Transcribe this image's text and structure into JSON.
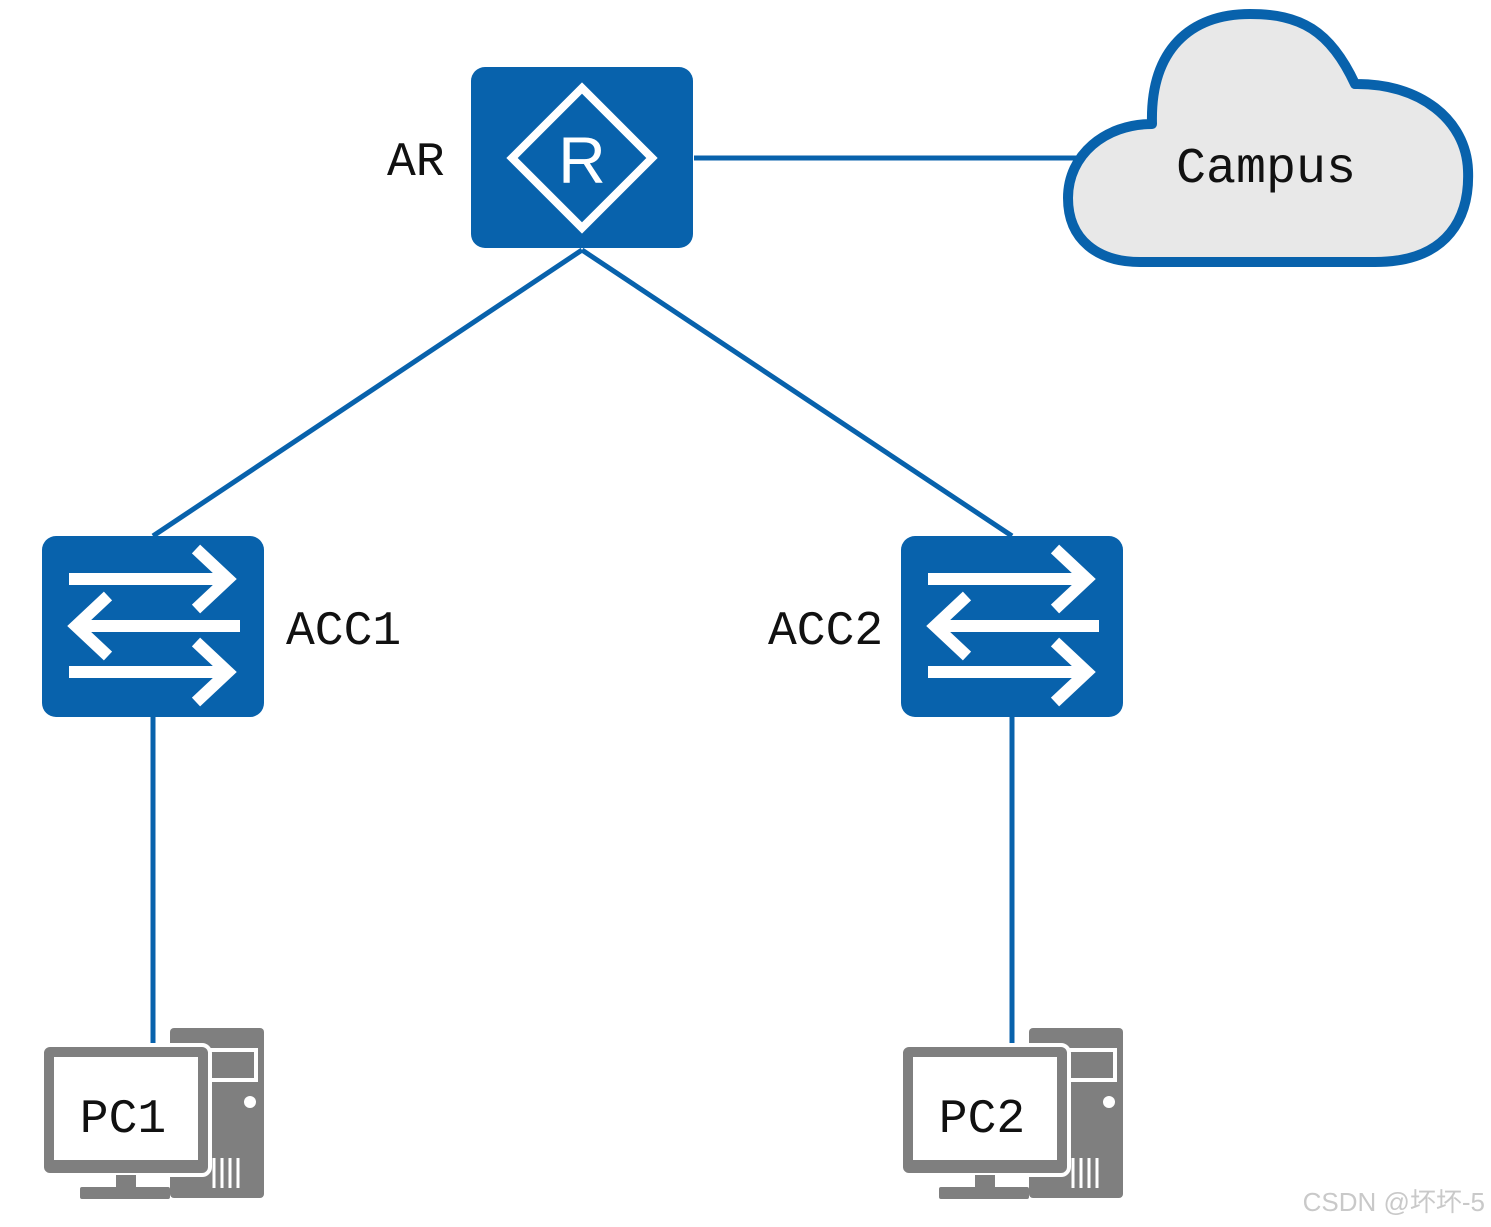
{
  "colors": {
    "device_blue": "#0862AC",
    "cloud_fill": "#E8E8E8",
    "pc_gray": "#7F7F7F",
    "link_blue": "#0862AC"
  },
  "nodes": {
    "ar": {
      "label": "AR",
      "icon": "router-icon"
    },
    "campus": {
      "label": "Campus",
      "icon": "cloud-icon"
    },
    "acc1": {
      "label": "ACC1",
      "icon": "switch-icon"
    },
    "acc2": {
      "label": "ACC2",
      "icon": "switch-icon"
    },
    "pc1": {
      "label": "PC1",
      "icon": "pc-icon"
    },
    "pc2": {
      "label": "PC2",
      "icon": "pc-icon"
    }
  },
  "links": [
    {
      "from": "ar",
      "to": "campus"
    },
    {
      "from": "ar",
      "to": "acc1"
    },
    {
      "from": "ar",
      "to": "acc2"
    },
    {
      "from": "acc1",
      "to": "pc1"
    },
    {
      "from": "acc2",
      "to": "pc2"
    }
  ],
  "watermark": "CSDN @坏坏-5"
}
